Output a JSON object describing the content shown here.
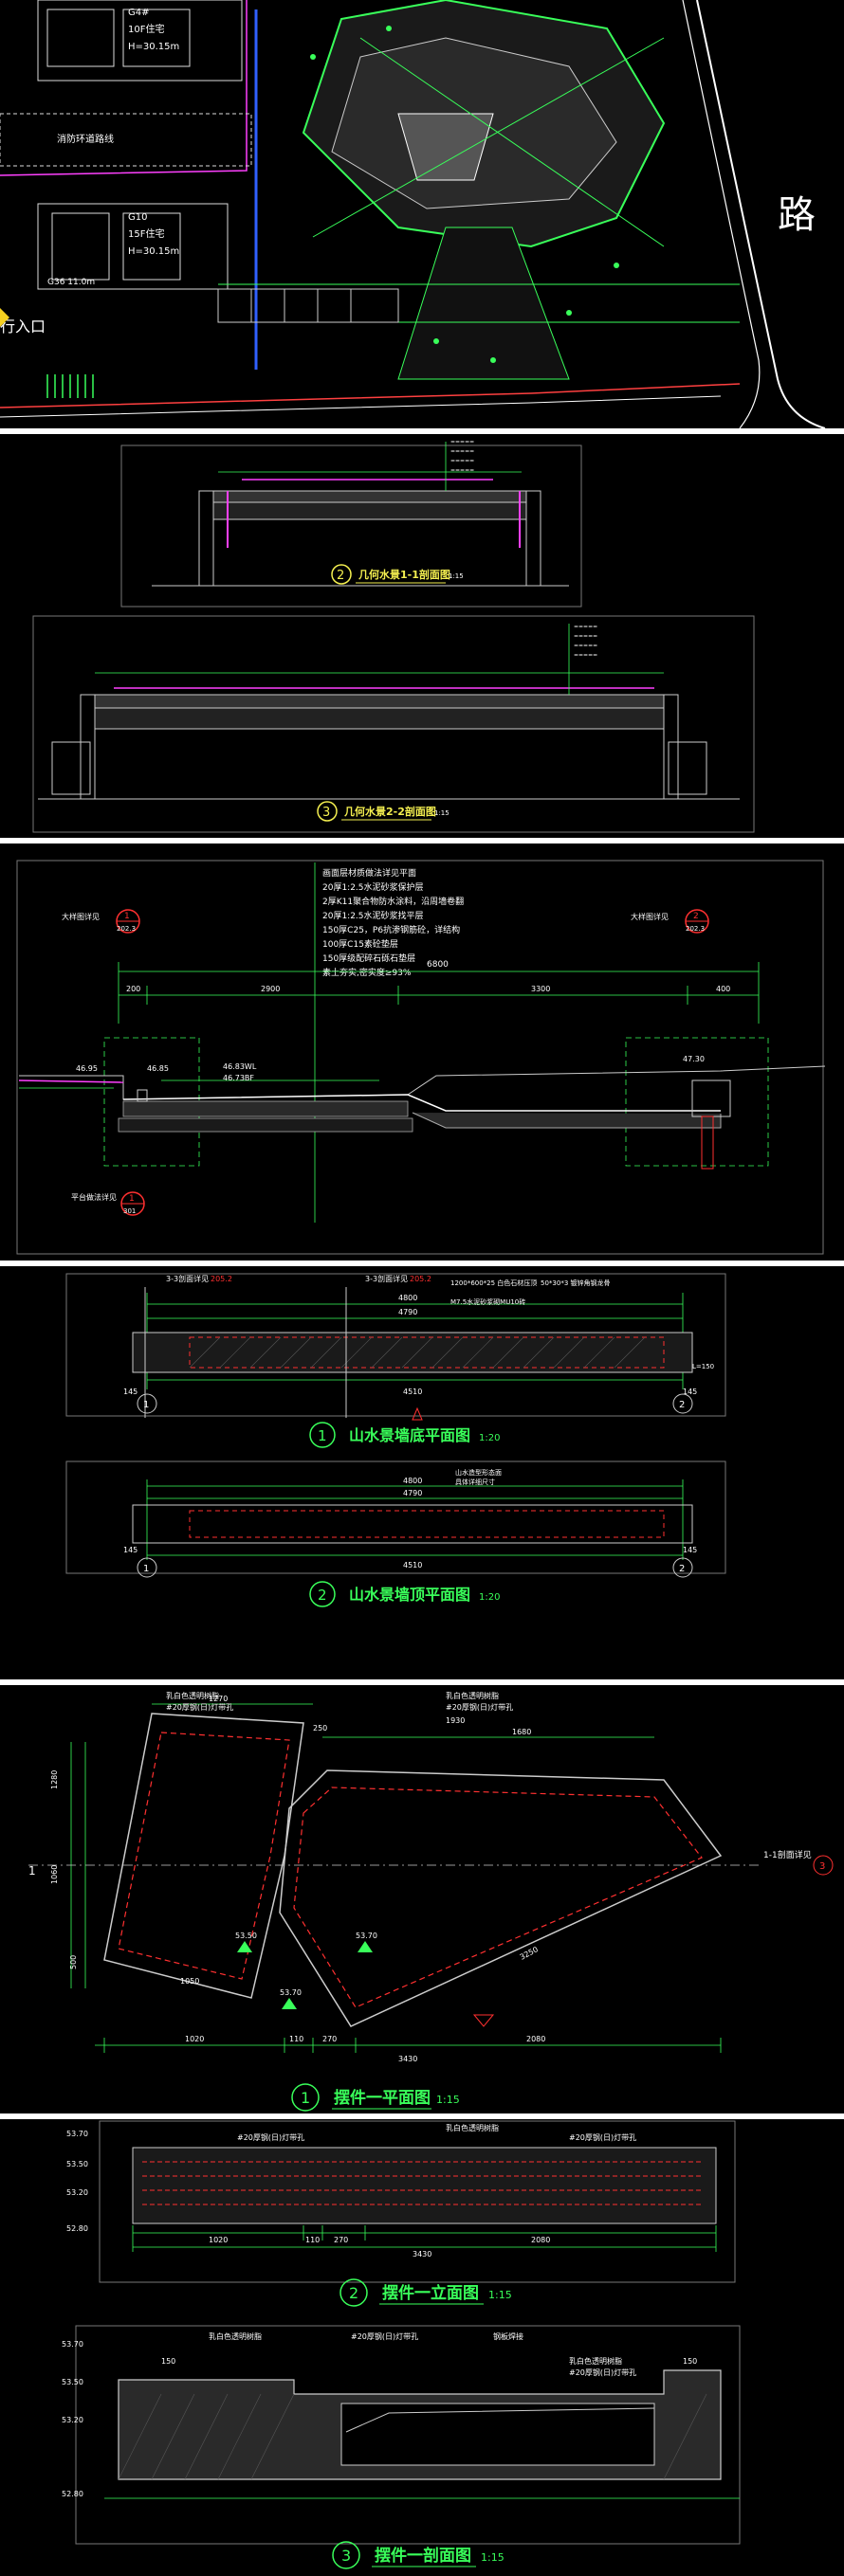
{
  "site_plan": {
    "road_char": "路",
    "entrance_label": "行入口",
    "buildings": [
      {
        "name": "G4#",
        "floors": "10F住宅",
        "height": "H=30.15m"
      },
      {
        "name": "G10",
        "floors": "15F住宅",
        "height": "H=30.15m"
      }
    ],
    "fire_lane": "消防环道路线",
    "code_label": "G36 11.0m"
  },
  "sections_1": {
    "title_2": "几何水景1-1剖面图",
    "scale_2": "1:15",
    "title_3": "几何水景2-2剖面图",
    "scale_3": "1:15",
    "num_2": "2",
    "num_3": "3"
  },
  "section_detail": {
    "notes": [
      "画面层材质做法详见平面",
      "20厚1:2.5水泥砂浆保护层",
      "2厚K11聚合物防水涂料，沿周墙卷翻",
      "20厚1:2.5水泥砂浆找平层",
      "150厚C25，P6抗渗钢筋砼，详结构",
      "100厚C15素砼垫层",
      "150厚级配碎石砾石垫层",
      "素土夯实,密实度≥93%"
    ],
    "overall_dim": "6800",
    "dims": [
      "200",
      "2900",
      "3300",
      "400"
    ],
    "elevations": [
      "46.95",
      "46.85",
      "46.83WL",
      "46.73BF",
      "47.30"
    ],
    "left_callout_label": "大样图详见",
    "left_callout_num": "1",
    "left_callout_ref": "202.3",
    "right_callout_label": "大样图详见",
    "right_callout_num": "2",
    "right_callout_ref": "202.3",
    "bottom_callout_label": "平台做法详见",
    "bottom_callout_num": "1",
    "bottom_callout_ref": "301"
  },
  "plan_views": {
    "title_1": "山水景墙底平面图",
    "scale_1": "1:20",
    "title_2": "山水景墙顶平面图",
    "scale_2": "1:20",
    "num_1": "1",
    "num_2": "2",
    "section_marks": [
      "3-3剖面详见",
      "3-3剖面详见"
    ],
    "section_ref": "205.2",
    "dims_top": [
      "4800",
      "4790"
    ],
    "dims_bottom": [
      "145",
      "4510",
      "145"
    ],
    "axis_left": "1",
    "axis_right": "2",
    "note_a": "1200*600*25 白色石材压顶",
    "note_b": "50*30*3 镀锌角钢龙骨",
    "note_c": "M7.5水泥砂浆砌MU10砖",
    "note_d": "L=150",
    "note_top": "山水造型形态面",
    "note_top2": "具体详细尺寸"
  },
  "ornament_plan": {
    "title": "摆件一平面图",
    "scale": "1:15",
    "num": "1",
    "label_a": "乳白色透明树脂",
    "label_b": "#20厚钢(日)灯带孔",
    "dims_top": [
      "1270",
      "250",
      "1930",
      "1680"
    ],
    "dims_bottom": [
      "1020",
      "110",
      "270",
      "2080"
    ],
    "overall": "3430",
    "elev": [
      "53.50",
      "53.70",
      "53.70"
    ],
    "side_dims": [
      "1280",
      "1060",
      "500"
    ],
    "inner_dims": [
      "1050",
      "3250"
    ],
    "section_ref": "1-1剖面详见",
    "section_ref_num": "3"
  },
  "ornament_elev": {
    "title": "摆件一立面图",
    "scale": "1:15",
    "num": "2",
    "dims": [
      "1020",
      "110",
      "270",
      "2080"
    ],
    "overall": "3430",
    "elevs": [
      "53.70",
      "53.50",
      "53.20",
      "52.80"
    ],
    "labels": [
      "#20厚钢(日)灯带孔",
      "乳白色透明树脂",
      "#20厚钢(日)灯带孔"
    ]
  },
  "ornament_section": {
    "title": "摆件一剖面图",
    "scale": "1:15",
    "num": "3",
    "elevs": [
      "53.70",
      "53.50",
      "53.20",
      "52.80"
    ],
    "labels": [
      "乳白色透明树脂",
      "#20厚钢(日)灯带孔",
      "钢板焊接",
      "乳白色透明树脂",
      "#20厚钢(日)灯带孔"
    ],
    "dims": [
      "150",
      "150"
    ]
  }
}
